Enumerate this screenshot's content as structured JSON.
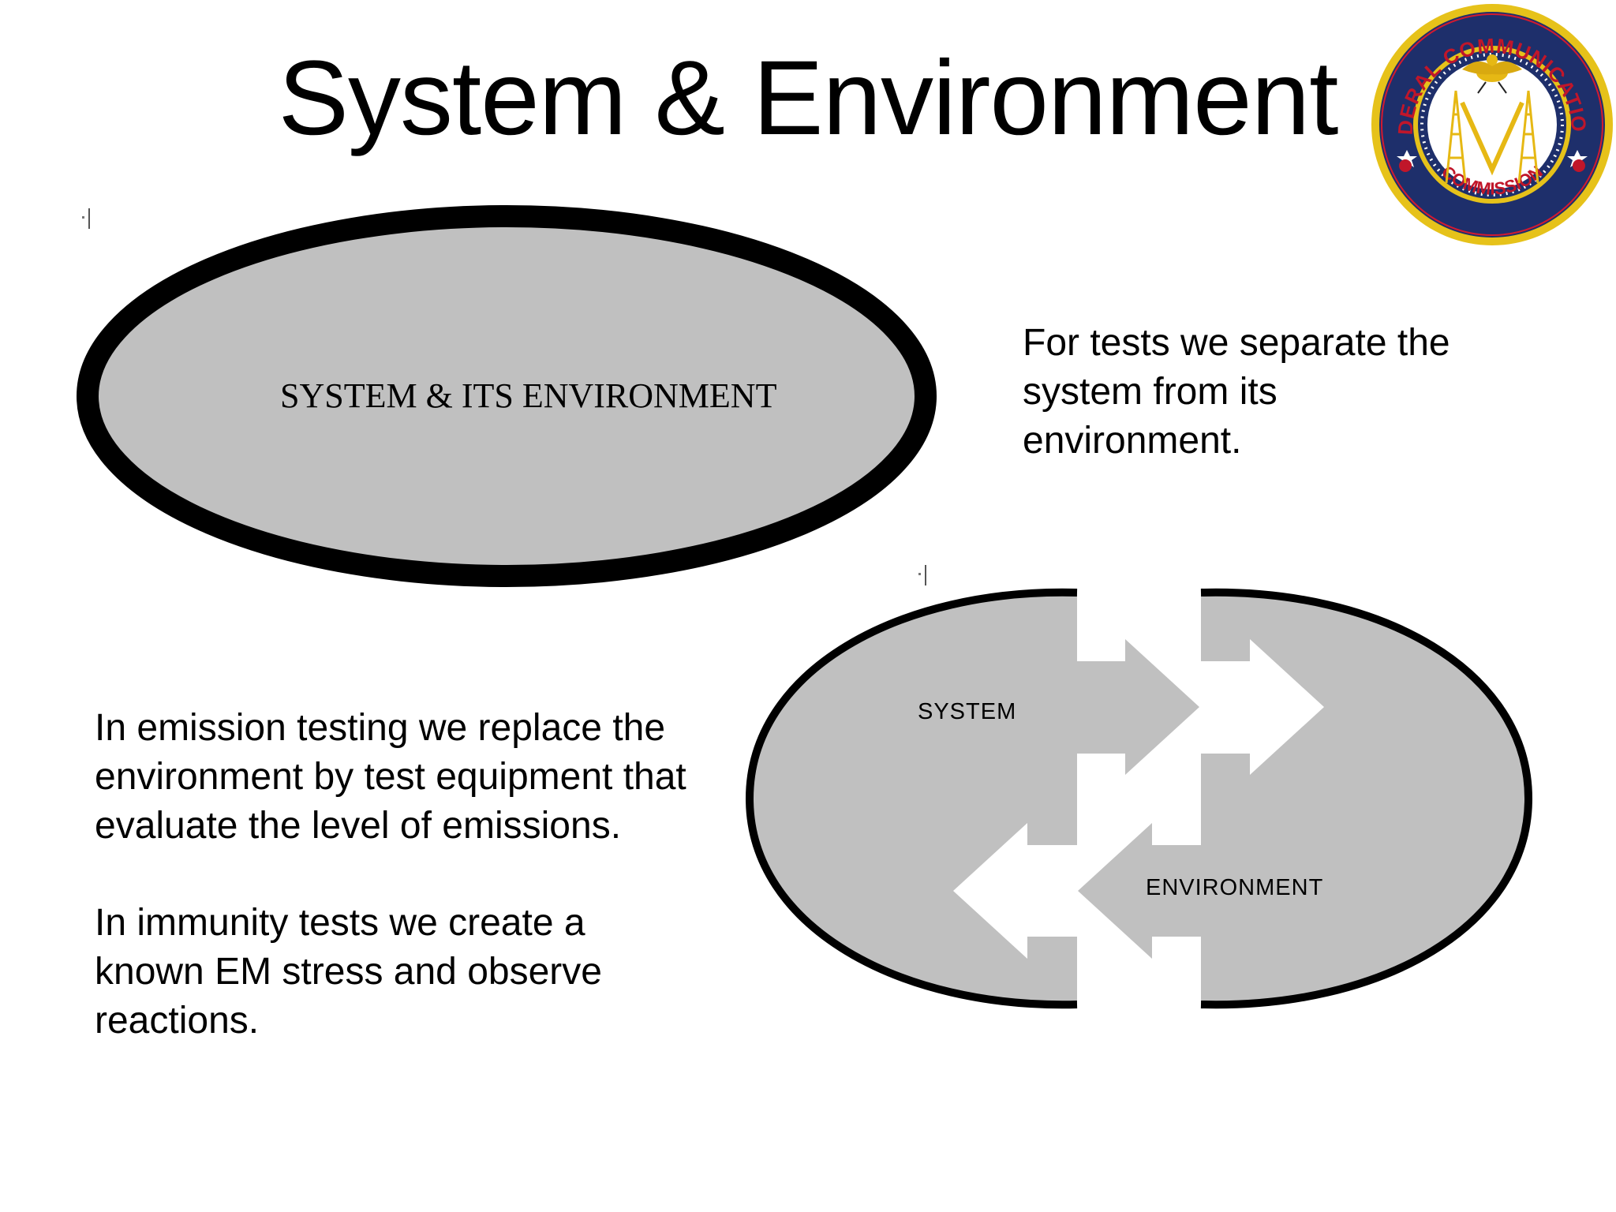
{
  "slide": {
    "title": "System & Environment",
    "seal": {
      "top_text": "FEDERAL COMMUNICATIONS",
      "bottom_text": "COMMISSION",
      "colors": {
        "ring": "#1e2f6b",
        "gold": "#e6c21a",
        "red": "#c0162a",
        "white": "#ffffff"
      }
    },
    "top_diagram": {
      "caption": "SYSTEM & ITS ENVIRONMENT",
      "fill_color": "#c0c0c0",
      "stroke_color": "#000000"
    },
    "bottom_diagram": {
      "system_label": "SYSTEM",
      "environment_label": "ENVIRONMENT",
      "fill_color": "#c0c0c0",
      "arrow_color": "#ffffff"
    },
    "note_right": "For tests we separate the\nsystem from its\nenvironment.",
    "note_left_emission": "In emission testing we replace the\nenvironment by test equipment that\nevaluate the level of emissions.",
    "note_left_immunity": "In immunity tests we create a\nknown EM stress and observe\nreactions."
  }
}
